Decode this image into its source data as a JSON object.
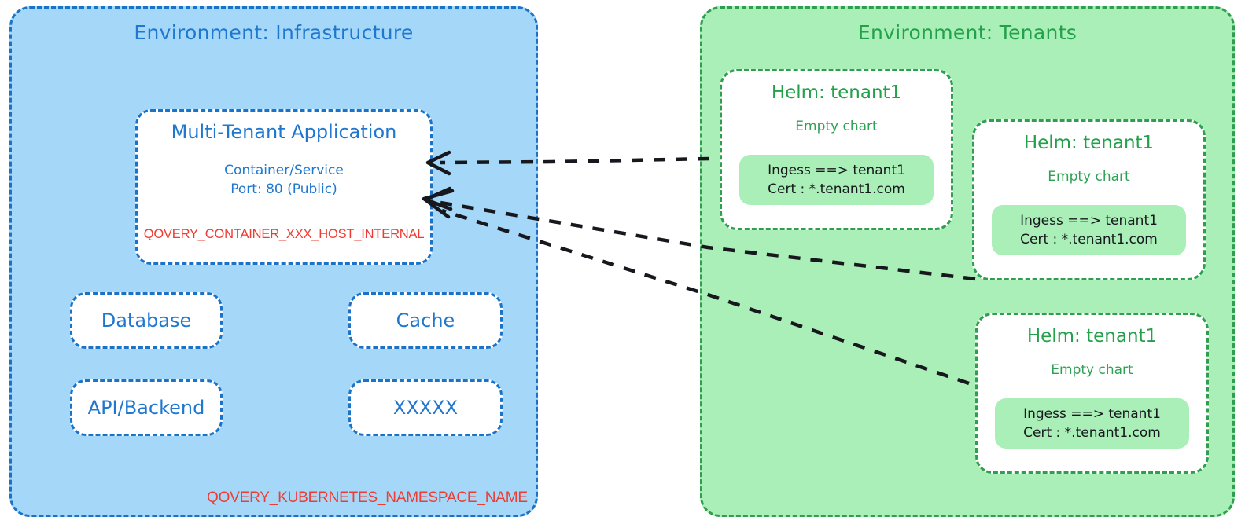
{
  "environments": {
    "infrastructure": {
      "title": "Environment: Infrastructure",
      "namespace_var": "QOVERY_KUBERNETES_NAMESPACE_NAME",
      "application": {
        "title": "Multi-Tenant Application",
        "line1": "Container/Service",
        "line2": "Port: 80 (Public)",
        "env_var": "QOVERY_CONTAINER_XXX_HOST_INTERNAL"
      },
      "services": [
        {
          "label": "Database"
        },
        {
          "label": "Cache"
        },
        {
          "label": "API/Backend"
        },
        {
          "label": "XXXXX"
        }
      ]
    },
    "tenants": {
      "title": "Environment: Tenants",
      "helm_releases": [
        {
          "title": "Helm: tenant1",
          "subtitle": "Empty chart",
          "ingress_line1": "Ingess ==> tenant1",
          "ingress_line2": "Cert : *.tenant1.com"
        },
        {
          "title": "Helm: tenant1",
          "subtitle": "Empty chart",
          "ingress_line1": "Ingess ==> tenant1",
          "ingress_line2": "Cert : *.tenant1.com"
        },
        {
          "title": "Helm: tenant1",
          "subtitle": "Empty chart",
          "ingress_line1": "Ingess ==> tenant1",
          "ingress_line2": "Cert : *.tenant1.com"
        }
      ]
    }
  },
  "connections": [
    {
      "name": "tenant1-to-app",
      "from": "helm-release-1",
      "to": "multi-tenant-application",
      "style": "dashed-arrow"
    },
    {
      "name": "tenant2-to-app",
      "from": "helm-release-2",
      "to": "multi-tenant-application",
      "style": "dashed-arrow"
    },
    {
      "name": "tenant3-to-app",
      "from": "helm-release-3",
      "to": "multi-tenant-application",
      "style": "dashed-arrow"
    }
  ],
  "colors": {
    "infra_fill": "#a5d8f8",
    "infra_border": "#1a73c8",
    "infra_text": "#1f77d0",
    "tenants_fill": "#aaeeb8",
    "tenants_border": "#2f9e4f",
    "tenants_text": "#22a04a",
    "env_var_text": "#ef3b32",
    "arrow": "#16181d"
  }
}
